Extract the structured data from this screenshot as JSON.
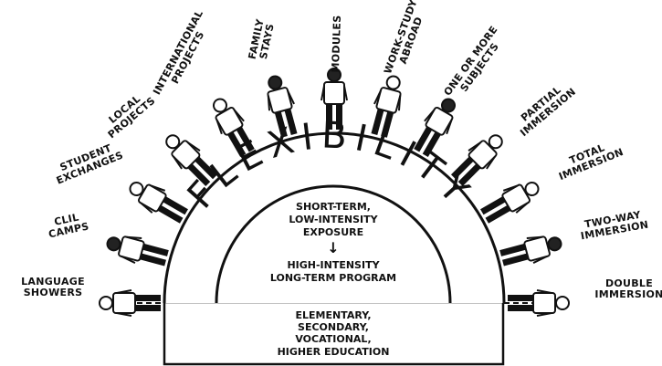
{
  "arc_word": "FLEXIBILITY",
  "inner": {
    "top_lines": [
      "SHORT-TERM,",
      "LOW-INTENSITY",
      "EXPOSURE"
    ],
    "arrow": "↓",
    "bottom_lines": [
      "HIGH-INTENSITY",
      "LONG-TERM PROGRAM"
    ]
  },
  "base_lines": [
    "ELEMENTARY,",
    "SECONDARY,",
    "VOCATIONAL,",
    "HIGHER EDUCATION"
  ],
  "figures": [
    {
      "lines": [
        "LANGUAGE",
        "SHOWERS"
      ],
      "head": "light"
    },
    {
      "lines": [
        "CLIL",
        "CAMPS"
      ],
      "head": "dark"
    },
    {
      "lines": [
        "STUDENT",
        "EXCHANGES"
      ],
      "head": "light"
    },
    {
      "lines": [
        "LOCAL",
        "PROJECTS"
      ],
      "head": "light"
    },
    {
      "lines": [
        "INTERNATIONAL",
        "PROJECTS"
      ],
      "head": "light"
    },
    {
      "lines": [
        "FAMILY",
        "STAYS"
      ],
      "head": "dark"
    },
    {
      "lines": [
        "MODULES"
      ],
      "head": "dark"
    },
    {
      "lines": [
        "WORK-STUDY",
        "ABROAD"
      ],
      "head": "light"
    },
    {
      "lines": [
        "ONE OR MORE",
        "SUBJECTS"
      ],
      "head": "dark"
    },
    {
      "lines": [
        "PARTIAL",
        "IMMERSION"
      ],
      "head": "light"
    },
    {
      "lines": [
        "TOTAL",
        "IMMERSION"
      ],
      "head": "light"
    },
    {
      "lines": [
        "TWO-WAY",
        "IMMERSION"
      ],
      "head": "dark"
    },
    {
      "lines": [
        "DOUBLE",
        "IMMERSION"
      ],
      "head": "light"
    }
  ]
}
